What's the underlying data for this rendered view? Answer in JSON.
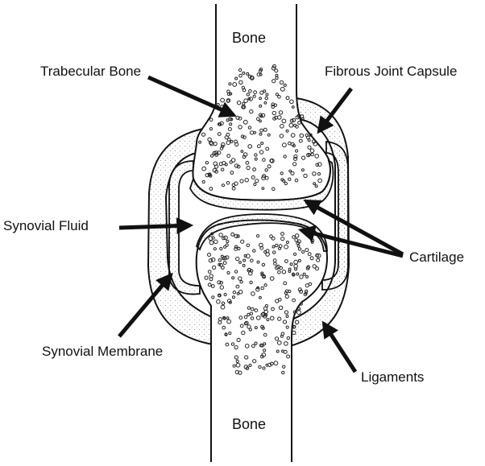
{
  "labels": {
    "bone_top": "Bone",
    "bone_bottom": "Bone",
    "trabecular_bone": "Trabecular Bone",
    "fibrous_joint_capsule": "Fibrous Joint Capsule",
    "synovial_fluid": "Synovial Fluid",
    "cartilage": "Cartilage",
    "synovial_membrane": "Synovial Membrane",
    "ligaments": "Ligaments"
  },
  "colors": {
    "line": "#111111",
    "background": "#ffffff"
  }
}
